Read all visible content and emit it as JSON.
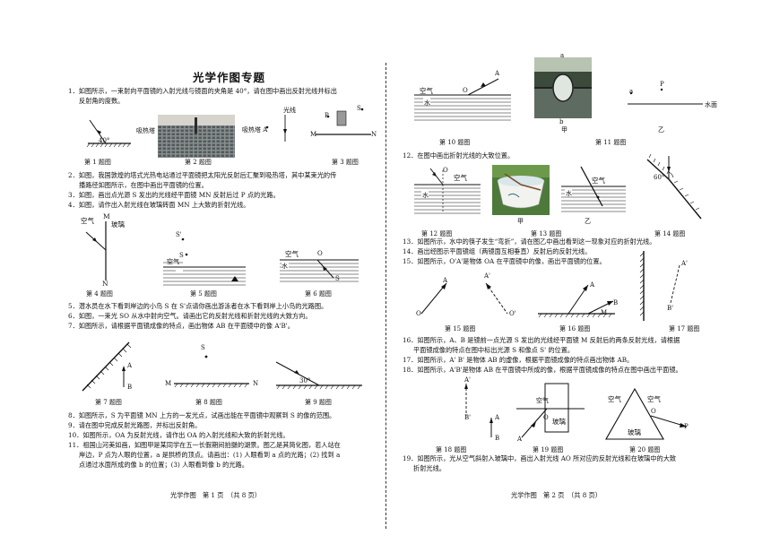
{
  "title": "光学作图专题",
  "questions": {
    "q1a": "1．如图所示，一束射向平面镜的入射光线与镜面的夹角是 40°，请在图中画出反射光线并标出",
    "q1b": "反射角的度数。",
    "q2a": "2．如图，我国敦煌的塔式光热电站通过平面镜把太阳光反射后汇聚到吸热塔，其中某束光的传",
    "q2b": "播路径如图所示，在图中画出平面镜的位置。",
    "q3": "3．如图，画出点光源 S 发出的光线经平面镜 MN 反射后过 P 点的光路。",
    "q4": "4．如图，请作出入射光线在玻璃砖面 MN 上大致的折射光线。",
    "q5": "5．潜水员在水下看到岸边的小鸟 S 在 S'点请你画出游泳者在水下看到岸上小鸟的光路图。",
    "q6": "6．如图，一束光 SO 从水中射向空气。请画出它的反射光线和折射光线的大致方向。",
    "q7": "7．如图所示，请根据平面镜成像的特点，画出物体 AB 在平面镜中的像 A'B'。",
    "q8": "8．如图所示，S 为平面镜 MN 上方的一发光点，试画出能在平面镜中观察到 S 的像的范围。",
    "q9": "9．请在图中完成反射光路图，并标出反射角。",
    "q10": "10．如图所示，OA 为反射光线，请作出 OA 的入射光线和大致的折射光线。",
    "q11a": "11．祖国山河美如画，如图甲是某同学在五一长假期间拍摄的湖景。图乙是其简化图，若人站在",
    "q11b": "岸边，P 点为人眼的位置，a 是拱桥的顶点。请画出：(1) 人眼看到 a 点的光路；(2) 找到 a",
    "q11c": "点通过水面所成的像 b 的位置；(3) 人眼看到像 b 的光路。",
    "q12": "12．在图中画出折射光线的大致位置。",
    "q13": "13．如图所示，水中的筷子发生“弯折”，请在图乙中画出看到这一现象对应的折射光线。",
    "q14": "14．画出经图示平面镜组（两镜面互相垂直）反射后的反射光线。",
    "q15": "15．如图所示，O'A'是物体 OA 在平面镜中的像，画出平面镜的位置。",
    "q16a": "16．如图所示，A、B 是镜前一点光源 S 发出的光线经平面镜 M 反射后的两条反射光线，请根据",
    "q16b": "平面镜成像的特点在图中标出光源 S 和像点 S' 的位置。",
    "q17": "17．如图所示，A' B' 是物体 AB 的虚像，根据平面镜成像的特点画出物体 AB。",
    "q18": "18．如图所示，A'B'是物体 AB 在平面镜中所成的像，根据平面镜成像的特点在图中画出平面镜。",
    "q19a": "19．如图所示，光从空气斜射入玻璃中，画出入射光线 AO 所对应的反射光线和在玻璃中的大致",
    "q19b": "折射光线。"
  },
  "captions": {
    "f1": "第 1 题图",
    "f2": "第 2 题图",
    "f3": "第 3 题图",
    "f4": "第 4 题图",
    "f5": "第 5 题图",
    "f6": "第 6 题图",
    "f7": "第 7 题图",
    "f8": "第 8 题图",
    "f9": "第 9 题图",
    "f10": "第 10 题图",
    "f11": "第 11 题图",
    "f12": "第 12 题图",
    "f13": "第 13 题图",
    "f14": "第 14 题图",
    "f15": "第 15 题图",
    "f16": "第 16 题图",
    "f17": "第 17 题图",
    "f18": "第 18 题图",
    "f19": "第 19 题图",
    "f20": "第 20 题图",
    "jia": "甲",
    "yi": "乙"
  },
  "labels": {
    "angle40": "40°",
    "heat_tower": "吸热塔",
    "sunlight": "光线",
    "tower_a": "吸热塔 A",
    "air": "空气",
    "water": "水",
    "glass": "玻璃",
    "angle30": "30°",
    "angle60": "60°",
    "water_surface": "水面",
    "A": "A",
    "B": "B",
    "O": "O",
    "S": "S",
    "P": "P",
    "M": "M",
    "N": "N",
    "S_prime": "S'",
    "A_prime": "A'",
    "B_prime": "B'",
    "O_prime": "O'",
    "a": "a",
    "b": "b"
  },
  "footers": {
    "left": "光学作图　第 1 页　（共 8 页）",
    "right": "光学作图　第 2 页　（共 8 页）"
  }
}
